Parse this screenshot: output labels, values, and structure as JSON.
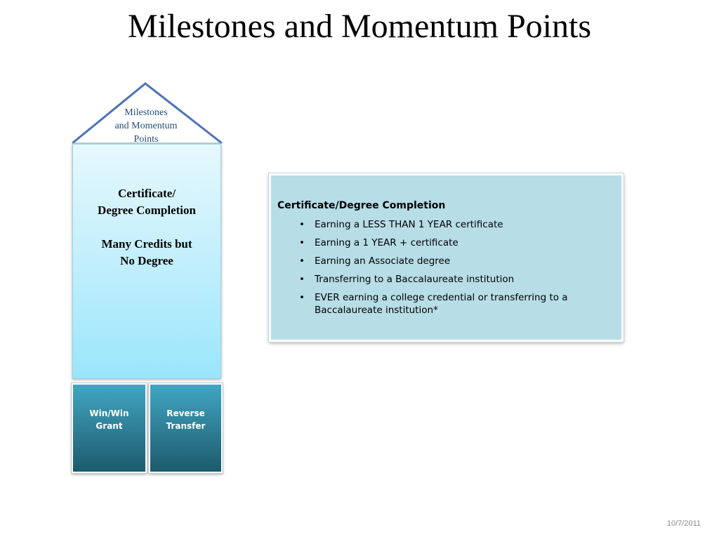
{
  "slide": {
    "title": "Milestones and Momentum Points",
    "date": "10/7/2011"
  },
  "roof": {
    "lines": [
      "Milestones",
      "and Momentum",
      "Points"
    ]
  },
  "pillar": {
    "block1": [
      "Certificate/",
      "Degree Completion"
    ],
    "block2": [
      "Many Credits but",
      "No Degree"
    ]
  },
  "base": {
    "left": [
      "Win/Win",
      "Grant"
    ],
    "right": [
      "Reverse",
      "Transfer"
    ]
  },
  "panel": {
    "heading": "Certificate/Degree Completion",
    "items": [
      "Earning a LESS THAN 1 YEAR certificate",
      "Earning a 1 YEAR + certificate",
      "Earning an Associate degree",
      "Transferring to a Baccalaureate institution",
      "EVER earning a college credential or transferring to a Baccalaureate institution*"
    ],
    "bullet": "•"
  },
  "colors": {
    "roof_stroke": "#4a72b8",
    "roof_text": "#1f4e79",
    "base_fill": "#2d7c92",
    "panel_fill": "#b7dde7"
  }
}
